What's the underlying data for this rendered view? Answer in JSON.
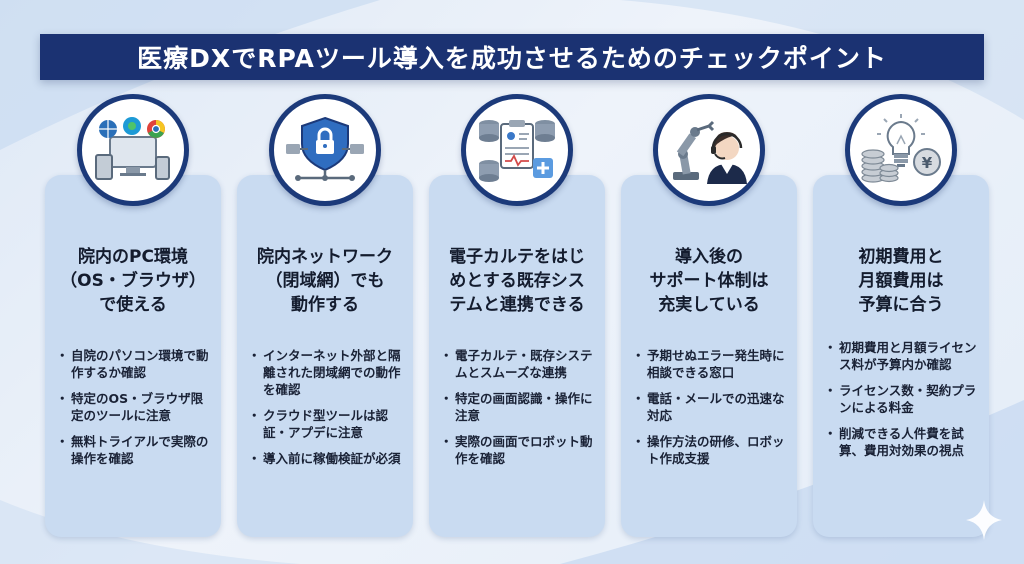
{
  "title": "医療DXでRPAツール導入を成功させるためのチェックポイント",
  "cards": [
    {
      "icon": "pc-browser-icon",
      "title": [
        "院内のPC環境",
        "（OS・ブラウザ）",
        "で使える"
      ],
      "bullets": [
        "自院のパソコン環境で動作するか確認",
        "特定のOS・ブラウザ限定のツールに注意",
        "無料トライアルで実際の操作を確認"
      ]
    },
    {
      "icon": "network-shield-icon",
      "title": [
        "院内ネットワーク",
        "（閉域網）でも",
        "動作する"
      ],
      "bullets": [
        "インターネット外部と隔離された閉域網での動作を確認",
        "クラウド型ツールは認証・アプデに注意",
        "導入前に稼働検証が必須"
      ]
    },
    {
      "icon": "ehr-system-icon",
      "title": [
        "電子カルテをはじ",
        "めとする既存シス",
        "テムと連携できる"
      ],
      "bullets": [
        "電子カルテ・既存システムとスムーズな連携",
        "特定の画面認識・操作に注意",
        "実際の画面でロボット動作を確認"
      ]
    },
    {
      "icon": "robot-support-icon",
      "title": [
        "導入後の",
        "サポート体制は",
        "充実している"
      ],
      "bullets": [
        "予期せぬエラー発生時に相談できる窓口",
        "電話・メールでの迅速な対応",
        "操作方法の研修、ロボット作成支援"
      ]
    },
    {
      "icon": "cost-coins-icon",
      "title": [
        "初期費用と",
        "月額費用は",
        "予算に合う"
      ],
      "bullets": [
        "初期費用と月額ライセンス料が予算内か確認",
        "ライセンス数・契約プランによる料金",
        "削減できる人件費を試算、費用対効果の視点"
      ]
    }
  ],
  "colors": {
    "title_bg": "#1b3272",
    "card_bg": "#c9dbf1",
    "circle_border": "#1c3a7a"
  }
}
